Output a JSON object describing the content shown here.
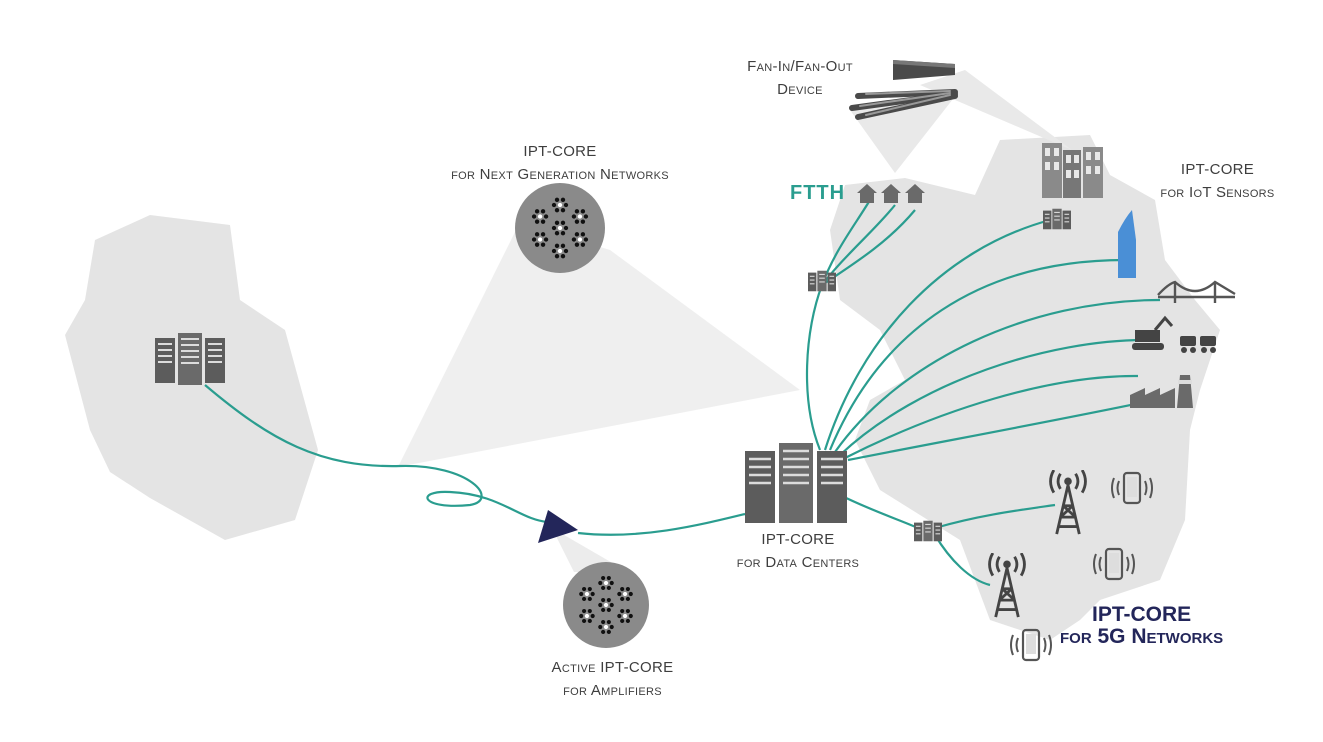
{
  "colors": {
    "fiber": "#2a9d8f",
    "region": "#e4e4e4",
    "cone": "#ececec",
    "server": "#5c5c5c",
    "amplifier": "#23265a",
    "heading5g": "#23265a"
  },
  "labels": {
    "ngn": [
      "IPT-CORE",
      "for Next Generation Networks"
    ],
    "fan": [
      "Fan-In/Fan-Out",
      "Device"
    ],
    "iot": [
      "IPT-CORE",
      "for IoT Sensors"
    ],
    "dc": [
      "IPT-CORE",
      "for Data Centers"
    ],
    "amp": [
      "Active IPT-CORE",
      "for Amplifiers"
    ],
    "g5": [
      "IPT-CORE",
      "for 5G Networks"
    ],
    "ftth": "FTTH"
  },
  "icons": [
    "server-rack-icon",
    "multicore-fiber-icon",
    "amplifier-triangle-icon",
    "house-icon",
    "office-building-icon",
    "skyscraper-icon",
    "bridge-icon",
    "excavator-icon",
    "factory-icon",
    "cell-tower-icon",
    "smartphone-icon",
    "fiber-bundle-icon"
  ]
}
